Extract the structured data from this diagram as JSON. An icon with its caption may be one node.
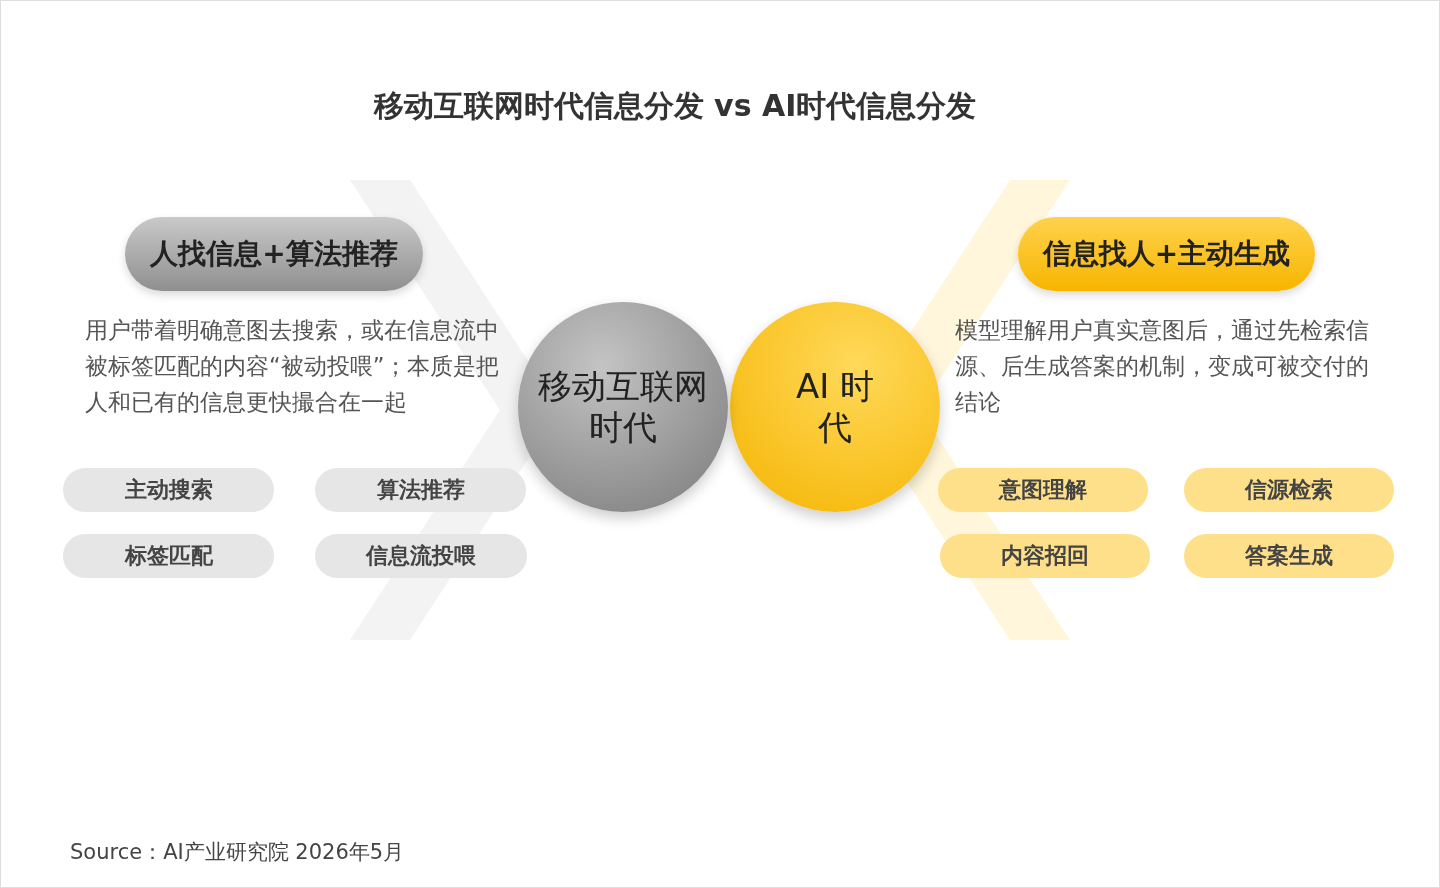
{
  "diagram": {
    "title": "移动互联网时代信息分发 vs AI时代信息分发",
    "caption": "Source：AI产业研究院 2026年5月",
    "nodes": [
      {
        "text": [
          "人找信息+算法推荐"
        ]
      },
      {
        "text": [
          "移动互联网时代"
        ]
      },
      {
        "text": [
          "AI 时代"
        ]
      },
      {
        "text": [
          "信息找人+主动生成"
        ]
      },
      {
        "text": [
          "主动搜索"
        ]
      },
      {
        "text": [
          "算法推荐"
        ]
      },
      {
        "text": [
          "标签匹配"
        ]
      },
      {
        "text": [
          "信息流投喂"
        ]
      },
      {
        "text": [
          "意图理解"
        ]
      },
      {
        "text": [
          "信源检索"
        ]
      },
      {
        "text": [
          "内容招回"
        ]
      },
      {
        "text": [
          "答案生成"
        ]
      }
    ],
    "labels": [
      "用户带着明确意图去搜索，或在信息流中被标签匹配的内容“被动投喂”；本质是把人和已有的信息更快撮合在一起",
      "模型理解用户真实意图后，通过先检索信源、后生成答案的机制，变成可被交付的结论"
    ]
  }
}
